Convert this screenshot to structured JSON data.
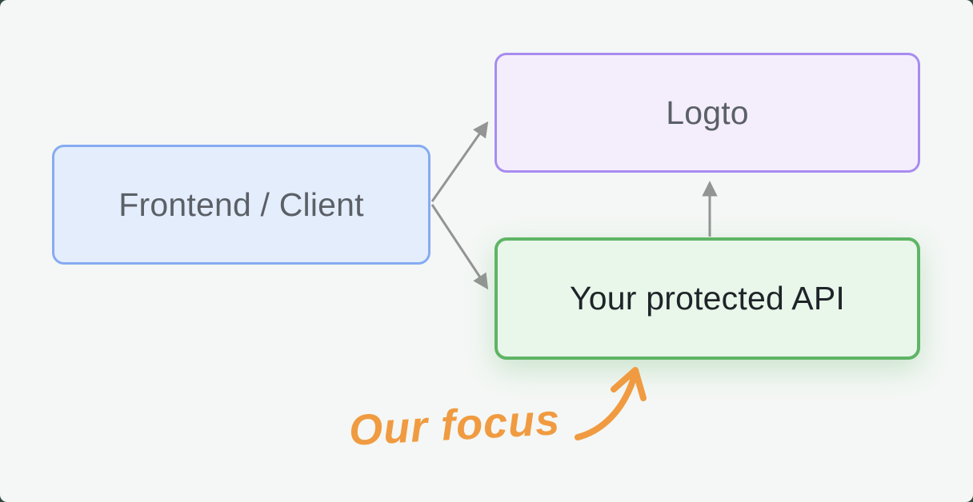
{
  "diagram": {
    "nodes": [
      {
        "id": "frontend",
        "label": "Frontend / Client",
        "fill": "#e4edfb",
        "border": "#85abf1"
      },
      {
        "id": "logto",
        "label": "Logto",
        "fill": "#f4eefc",
        "border": "#a78cf0"
      },
      {
        "id": "api",
        "label": "Your protected API",
        "fill": "#e9f6ea",
        "border": "#5fb465",
        "highlighted": true
      }
    ],
    "edges": [
      {
        "from": "frontend",
        "to": "logto"
      },
      {
        "from": "frontend",
        "to": "api"
      },
      {
        "from": "api",
        "to": "logto"
      }
    ]
  },
  "annotation": {
    "label": "Our focus",
    "target": "api"
  },
  "colors": {
    "page": "#2f4a3d",
    "canvas": "#f4f7f5",
    "blue-fill": "#e4edfb",
    "blue-border": "#85abf1",
    "purple-fill": "#f4eefc",
    "purple-border": "#a78cf0",
    "green-fill": "#e9f6ea",
    "green-border": "#5fb465",
    "arrow": "#949494",
    "orange": "#f09b41",
    "text-gray": "#5b6067",
    "text-dark": "#1e2428"
  }
}
